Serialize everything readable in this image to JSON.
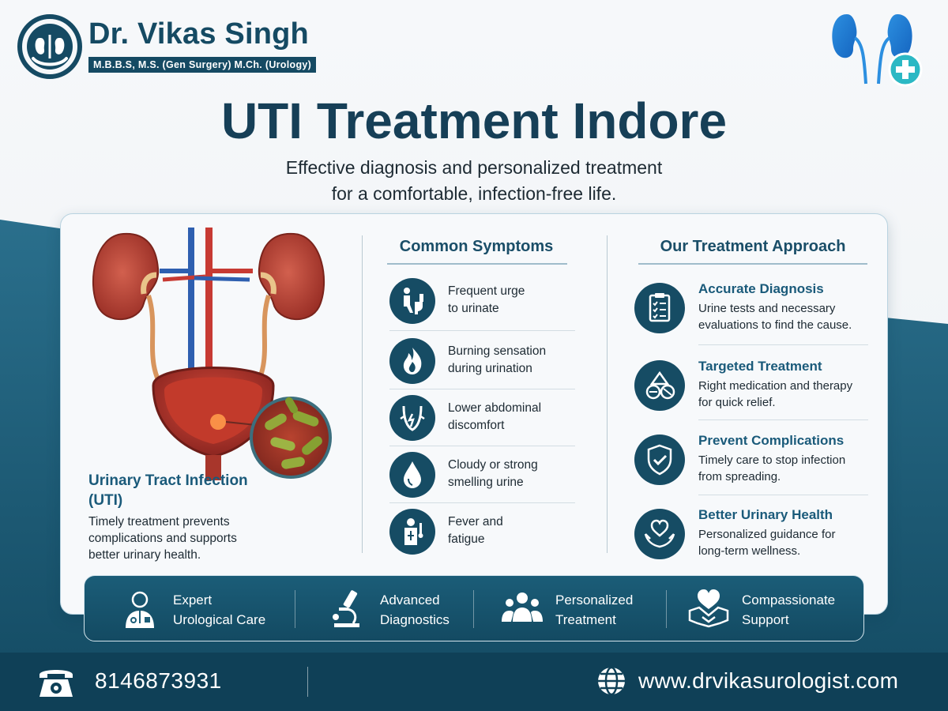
{
  "header": {
    "doctor_name": "Dr. Vikas Singh",
    "qualifications": "M.B.B.S, M.S. (Gen Surgery) M.Ch. (Urology)",
    "logo_icon": "kidney-hands-logo-icon",
    "corner_icon": "kidneys-plus-icon"
  },
  "hero": {
    "title": "UTI Treatment Indore",
    "subtitle_line1": "Effective diagnosis and personalized treatment",
    "subtitle_line2": "for a comfortable, infection-free life."
  },
  "illustration": {
    "heading_line1": "Urinary Tract Infection",
    "heading_line2": "(UTI)",
    "desc_line1": "Timely treatment prevents",
    "desc_line2": "complications and supports",
    "desc_line3": "better urinary health."
  },
  "symptoms": {
    "title": "Common Symptoms",
    "items": [
      {
        "line1": "Frequent urge",
        "line2": "to urinate",
        "icon": "toilet-person-icon"
      },
      {
        "line1": "Burning sensation",
        "line2": "during urination",
        "icon": "flame-icon"
      },
      {
        "line1": "Lower abdominal",
        "line2": "discomfort",
        "icon": "abdomen-pain-icon"
      },
      {
        "line1": "Cloudy or strong",
        "line2": "smelling urine",
        "icon": "droplet-icon"
      },
      {
        "line1": "Fever and",
        "line2": "fatigue",
        "icon": "fever-person-icon"
      }
    ]
  },
  "treatment": {
    "title": "Our Treatment Approach",
    "items": [
      {
        "title": "Accurate Diagnosis",
        "line1": "Urine tests and necessary",
        "line2": "evaluations to find the cause.",
        "icon": "clipboard-checklist-icon"
      },
      {
        "title": "Targeted Treatment",
        "line1": "Right medication and therapy",
        "line2": "for quick relief.",
        "icon": "pills-icon"
      },
      {
        "title": "Prevent Complications",
        "line1": "Timely care to stop infection",
        "line2": "from spreading.",
        "icon": "shield-check-icon"
      },
      {
        "title": "Better Urinary Health",
        "line1": "Personalized guidance for",
        "line2": "long-term wellness.",
        "icon": "heart-hands-icon"
      }
    ]
  },
  "features": [
    {
      "line1": "Expert",
      "line2": "Urological Care",
      "icon": "doctor-icon"
    },
    {
      "line1": "Advanced",
      "line2": "Diagnostics",
      "icon": "microscope-icon"
    },
    {
      "line1": "Personalized",
      "line2": "Treatment",
      "icon": "people-group-icon"
    },
    {
      "line1": "Compassionate",
      "line2": "Support",
      "icon": "heart-handshake-icon"
    }
  ],
  "footer": {
    "phone": "8146873931",
    "website": "www.drvikasurologist.com",
    "phone_icon": "telephone-icon",
    "web_icon": "globe-icon"
  },
  "colors": {
    "primary": "#154a63",
    "accent": "#1a5a7a",
    "band": "#1b5b78",
    "plus_badge": "#2bb8c4"
  }
}
